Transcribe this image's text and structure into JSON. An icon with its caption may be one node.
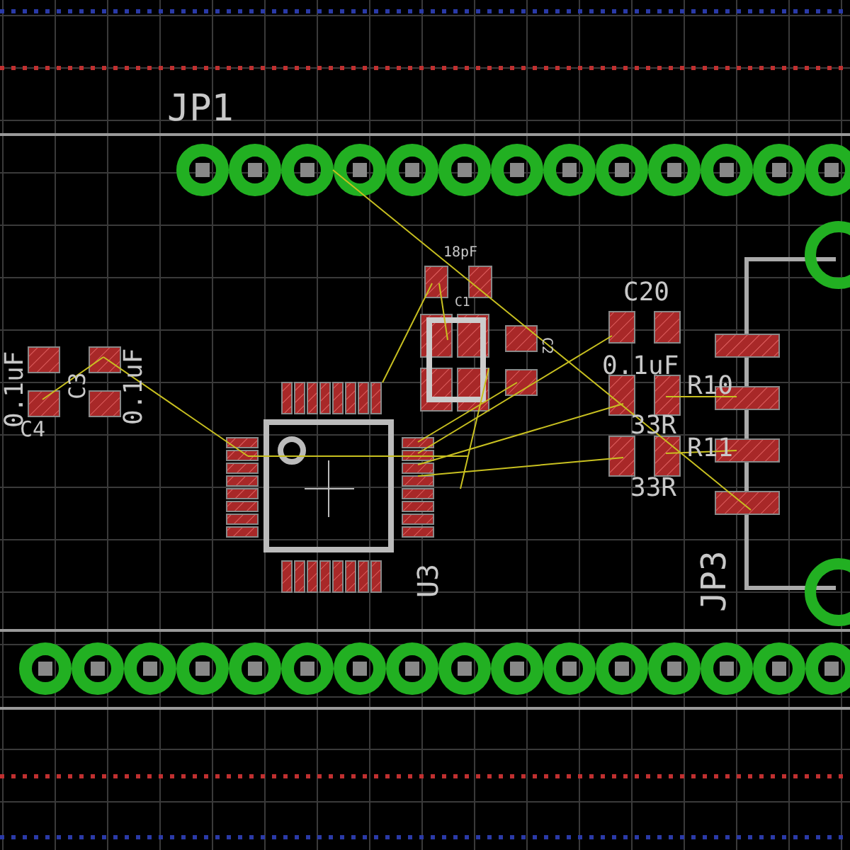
{
  "diagram": {
    "labels": [
      "JP1",
      "18pF",
      "C1",
      "C20",
      "C2",
      "0.1uF",
      "C3",
      "0.1uF",
      "C4",
      "0.1uF",
      "R10",
      "33R",
      "R11",
      "33R",
      "U3",
      "JP3"
    ]
  }
}
